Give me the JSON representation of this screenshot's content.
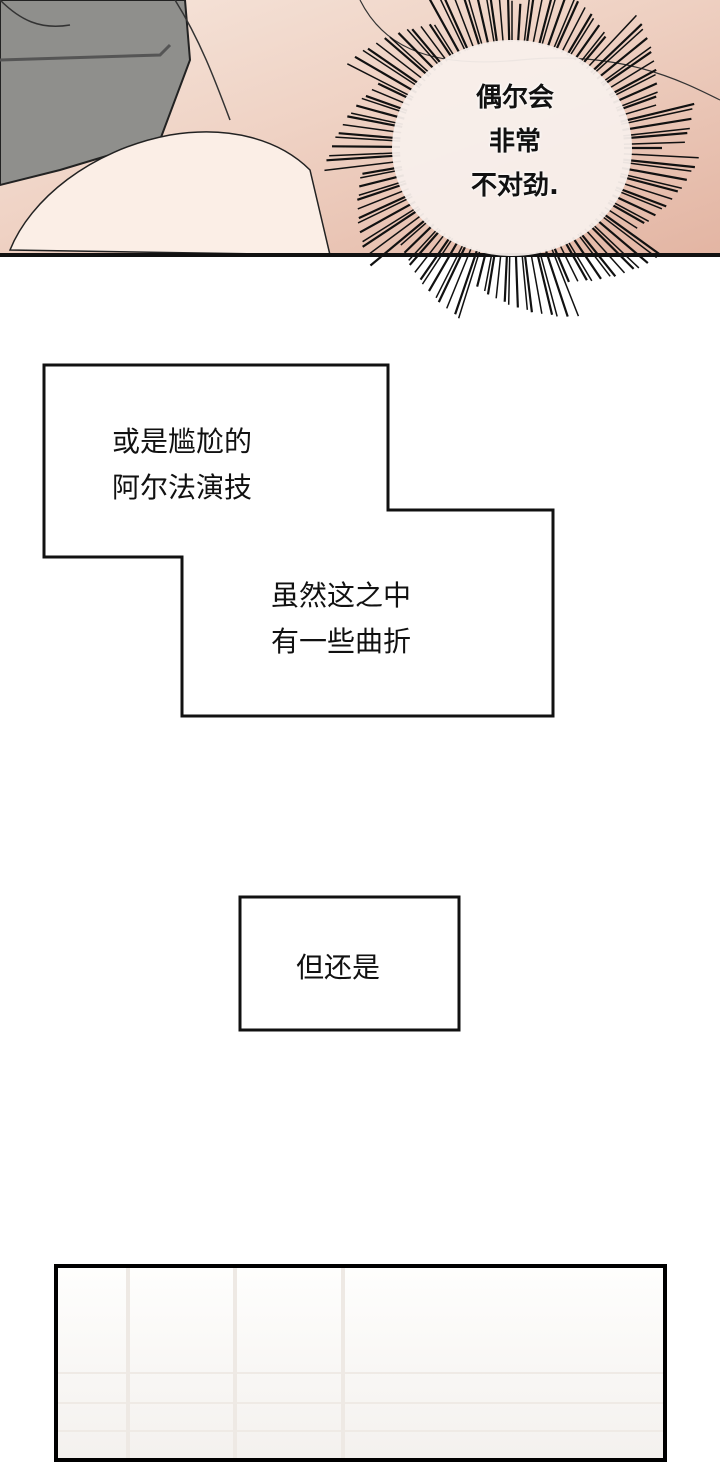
{
  "panels": {
    "top": {
      "burst_lines": [
        "偶尔会",
        "非常",
        "不对劲."
      ]
    },
    "caption_1": {
      "lines": [
        "或是尴尬的",
        "阿尔法演技"
      ]
    },
    "caption_2": {
      "lines": [
        "虽然这之中",
        "有一些曲折"
      ]
    },
    "caption_3": {
      "lines": [
        "但还是"
      ]
    }
  }
}
